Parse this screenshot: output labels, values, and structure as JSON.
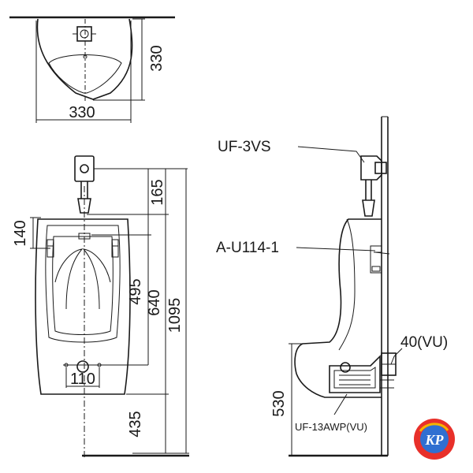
{
  "top_view": {
    "width_dim": "330",
    "depth_dim": "330"
  },
  "front_view": {
    "dim_140": "140",
    "dim_165": "165",
    "dim_495": "495",
    "dim_640": "640",
    "dim_1095": "1095",
    "dim_110": "110",
    "dim_435": "435"
  },
  "side_view": {
    "part_flush_valve": "UF-3VS",
    "part_hanger": "A-U114-1",
    "part_outlet": "40(VU)",
    "part_trap": "UF-13AWP(VU)",
    "dim_530": "530"
  },
  "logo": {
    "text": "KP",
    "colors": {
      "ring": "#e8302a",
      "inner": "#2f6fd1",
      "accent": "#f4b400"
    }
  }
}
